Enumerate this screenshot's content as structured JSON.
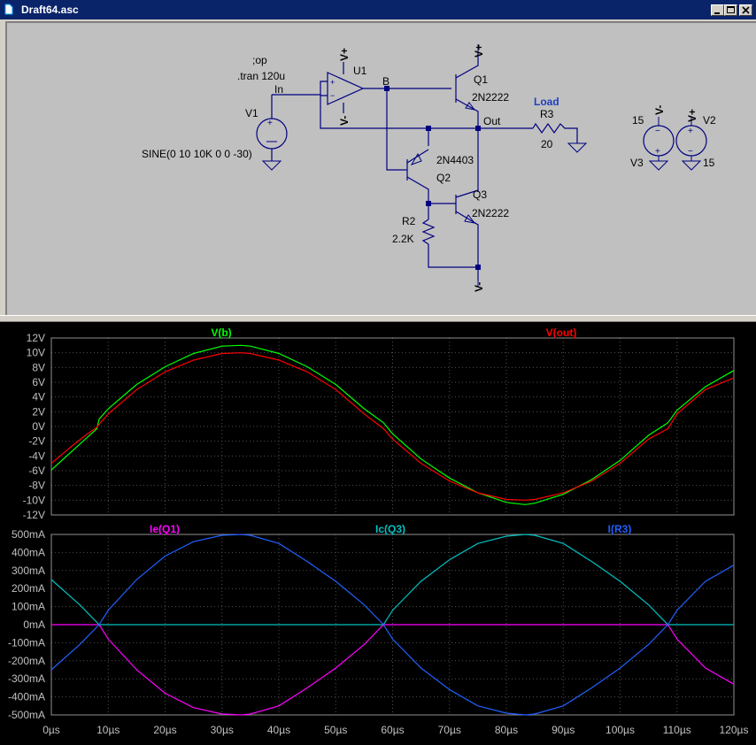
{
  "window": {
    "title": "Draft64.asc",
    "title_bar_color": "#0a246a",
    "buttons": [
      "minimize",
      "maximize",
      "close"
    ]
  },
  "schematic": {
    "wire_color": "#000080",
    "label_color": "#000000",
    "directives": {
      "op": ";op",
      "tran": ".tran 120u"
    },
    "net_labels": {
      "in": "In",
      "b": "B",
      "out": "Out",
      "load": "Load"
    },
    "power_labels": {
      "vplus": "V+",
      "vminus": "V-"
    },
    "components": {
      "u1": {
        "name": "U1"
      },
      "q1": {
        "name": "Q1",
        "model": "2N2222"
      },
      "q2": {
        "name": "Q2",
        "model": "2N4403"
      },
      "q3": {
        "name": "Q3",
        "model": "2N2222"
      },
      "r2": {
        "name": "R2",
        "value": "2.2K"
      },
      "r3": {
        "name": "R3",
        "value": "20"
      },
      "v1": {
        "name": "V1",
        "value": "SINE(0 10 10K 0 0 -30)"
      },
      "v2": {
        "name": "V2",
        "value": "15"
      },
      "v3": {
        "name": "V3",
        "value": "15"
      }
    }
  },
  "chart_data": [
    {
      "type": "line",
      "x": [
        0,
        2,
        4,
        6,
        8,
        8.4,
        10,
        15,
        20,
        25,
        30,
        33.3,
        35,
        40,
        45,
        50,
        55,
        58.4,
        60,
        65,
        70,
        75,
        80,
        83.3,
        85,
        90,
        95,
        100,
        105,
        108.4,
        110,
        115,
        120
      ],
      "xlabel": "",
      "xlim": [
        0,
        120
      ],
      "xticks": [
        "0µs",
        "10µs",
        "20µs",
        "30µs",
        "40µs",
        "50µs",
        "60µs",
        "70µs",
        "80µs",
        "90µs",
        "100µs",
        "110µs",
        "120µs"
      ],
      "ylim": [
        -12,
        12
      ],
      "yticks": [
        "12V",
        "10V",
        "8V",
        "6V",
        "4V",
        "2V",
        "0V",
        "-2V",
        "-4V",
        "-6V",
        "-8V",
        "-10V",
        "-12V"
      ],
      "grid": true,
      "series": [
        {
          "name": "V(b)",
          "color": "#00ff00",
          "values": [
            -5.9,
            -4.5,
            -3.1,
            -1.7,
            -0.3,
            1.0,
            2.4,
            5.7,
            8.1,
            9.9,
            10.9,
            11.0,
            10.9,
            9.9,
            8.1,
            5.7,
            2.4,
            0.5,
            -1.0,
            -4.4,
            -7.0,
            -9.0,
            -10.3,
            -10.6,
            -10.4,
            -9.2,
            -7.2,
            -4.6,
            -1.2,
            0.5,
            2.2,
            5.4,
            7.6
          ]
        },
        {
          "name": "V(out)",
          "color": "#ff0000",
          "values": [
            -5.0,
            -3.7,
            -2.4,
            -1.2,
            -0.1,
            0.3,
            1.7,
            5.0,
            7.4,
            9.0,
            9.9,
            10.0,
            9.9,
            9.0,
            7.4,
            5.0,
            1.7,
            -0.3,
            -1.7,
            -5.0,
            -7.4,
            -9.0,
            -9.9,
            -10.0,
            -9.9,
            -9.0,
            -7.4,
            -5.0,
            -1.7,
            -0.3,
            1.7,
            5.0,
            6.6
          ]
        }
      ]
    },
    {
      "type": "line",
      "x": [
        0,
        5,
        8.4,
        10,
        15,
        20,
        25,
        30,
        33.3,
        35,
        40,
        45,
        50,
        55,
        58.4,
        60,
        65,
        70,
        75,
        80,
        83.3,
        85,
        90,
        95,
        100,
        105,
        108.4,
        110,
        115,
        120
      ],
      "xlabel": "",
      "xlim": [
        0,
        120
      ],
      "xticks": [
        "0µs",
        "10µs",
        "20µs",
        "30µs",
        "40µs",
        "50µs",
        "60µs",
        "70µs",
        "80µs",
        "90µs",
        "100µs",
        "110µs",
        "120µs"
      ],
      "ylim": [
        -500,
        500
      ],
      "yticks": [
        "500mA",
        "400mA",
        "300mA",
        "200mA",
        "100mA",
        "0mA",
        "-100mA",
        "-200mA",
        "-300mA",
        "-400mA",
        "-500mA"
      ],
      "grid": true,
      "series": [
        {
          "name": "Ie(Q1)",
          "color": "#ff00ff",
          "values": [
            0,
            0,
            0,
            -80,
            -250,
            -380,
            -460,
            -495,
            -500,
            -495,
            -450,
            -350,
            -240,
            -110,
            0,
            0,
            0,
            0,
            0,
            0,
            0,
            0,
            0,
            0,
            0,
            0,
            0,
            -80,
            -240,
            -330
          ]
        },
        {
          "name": "Ic(Q3)",
          "color": "#00c0c0",
          "values": [
            250,
            110,
            0,
            0,
            0,
            0,
            0,
            0,
            0,
            0,
            0,
            0,
            0,
            0,
            0,
            80,
            240,
            360,
            450,
            490,
            500,
            495,
            450,
            350,
            240,
            110,
            0,
            0,
            0,
            0
          ]
        },
        {
          "name": "I(R3)",
          "color": "#2060ff",
          "values": [
            -250,
            -110,
            0,
            80,
            250,
            380,
            460,
            495,
            500,
            495,
            450,
            350,
            240,
            110,
            0,
            -80,
            -240,
            -360,
            -450,
            -490,
            -500,
            -495,
            -450,
            -350,
            -240,
            -110,
            0,
            80,
            240,
            330
          ]
        }
      ]
    }
  ]
}
